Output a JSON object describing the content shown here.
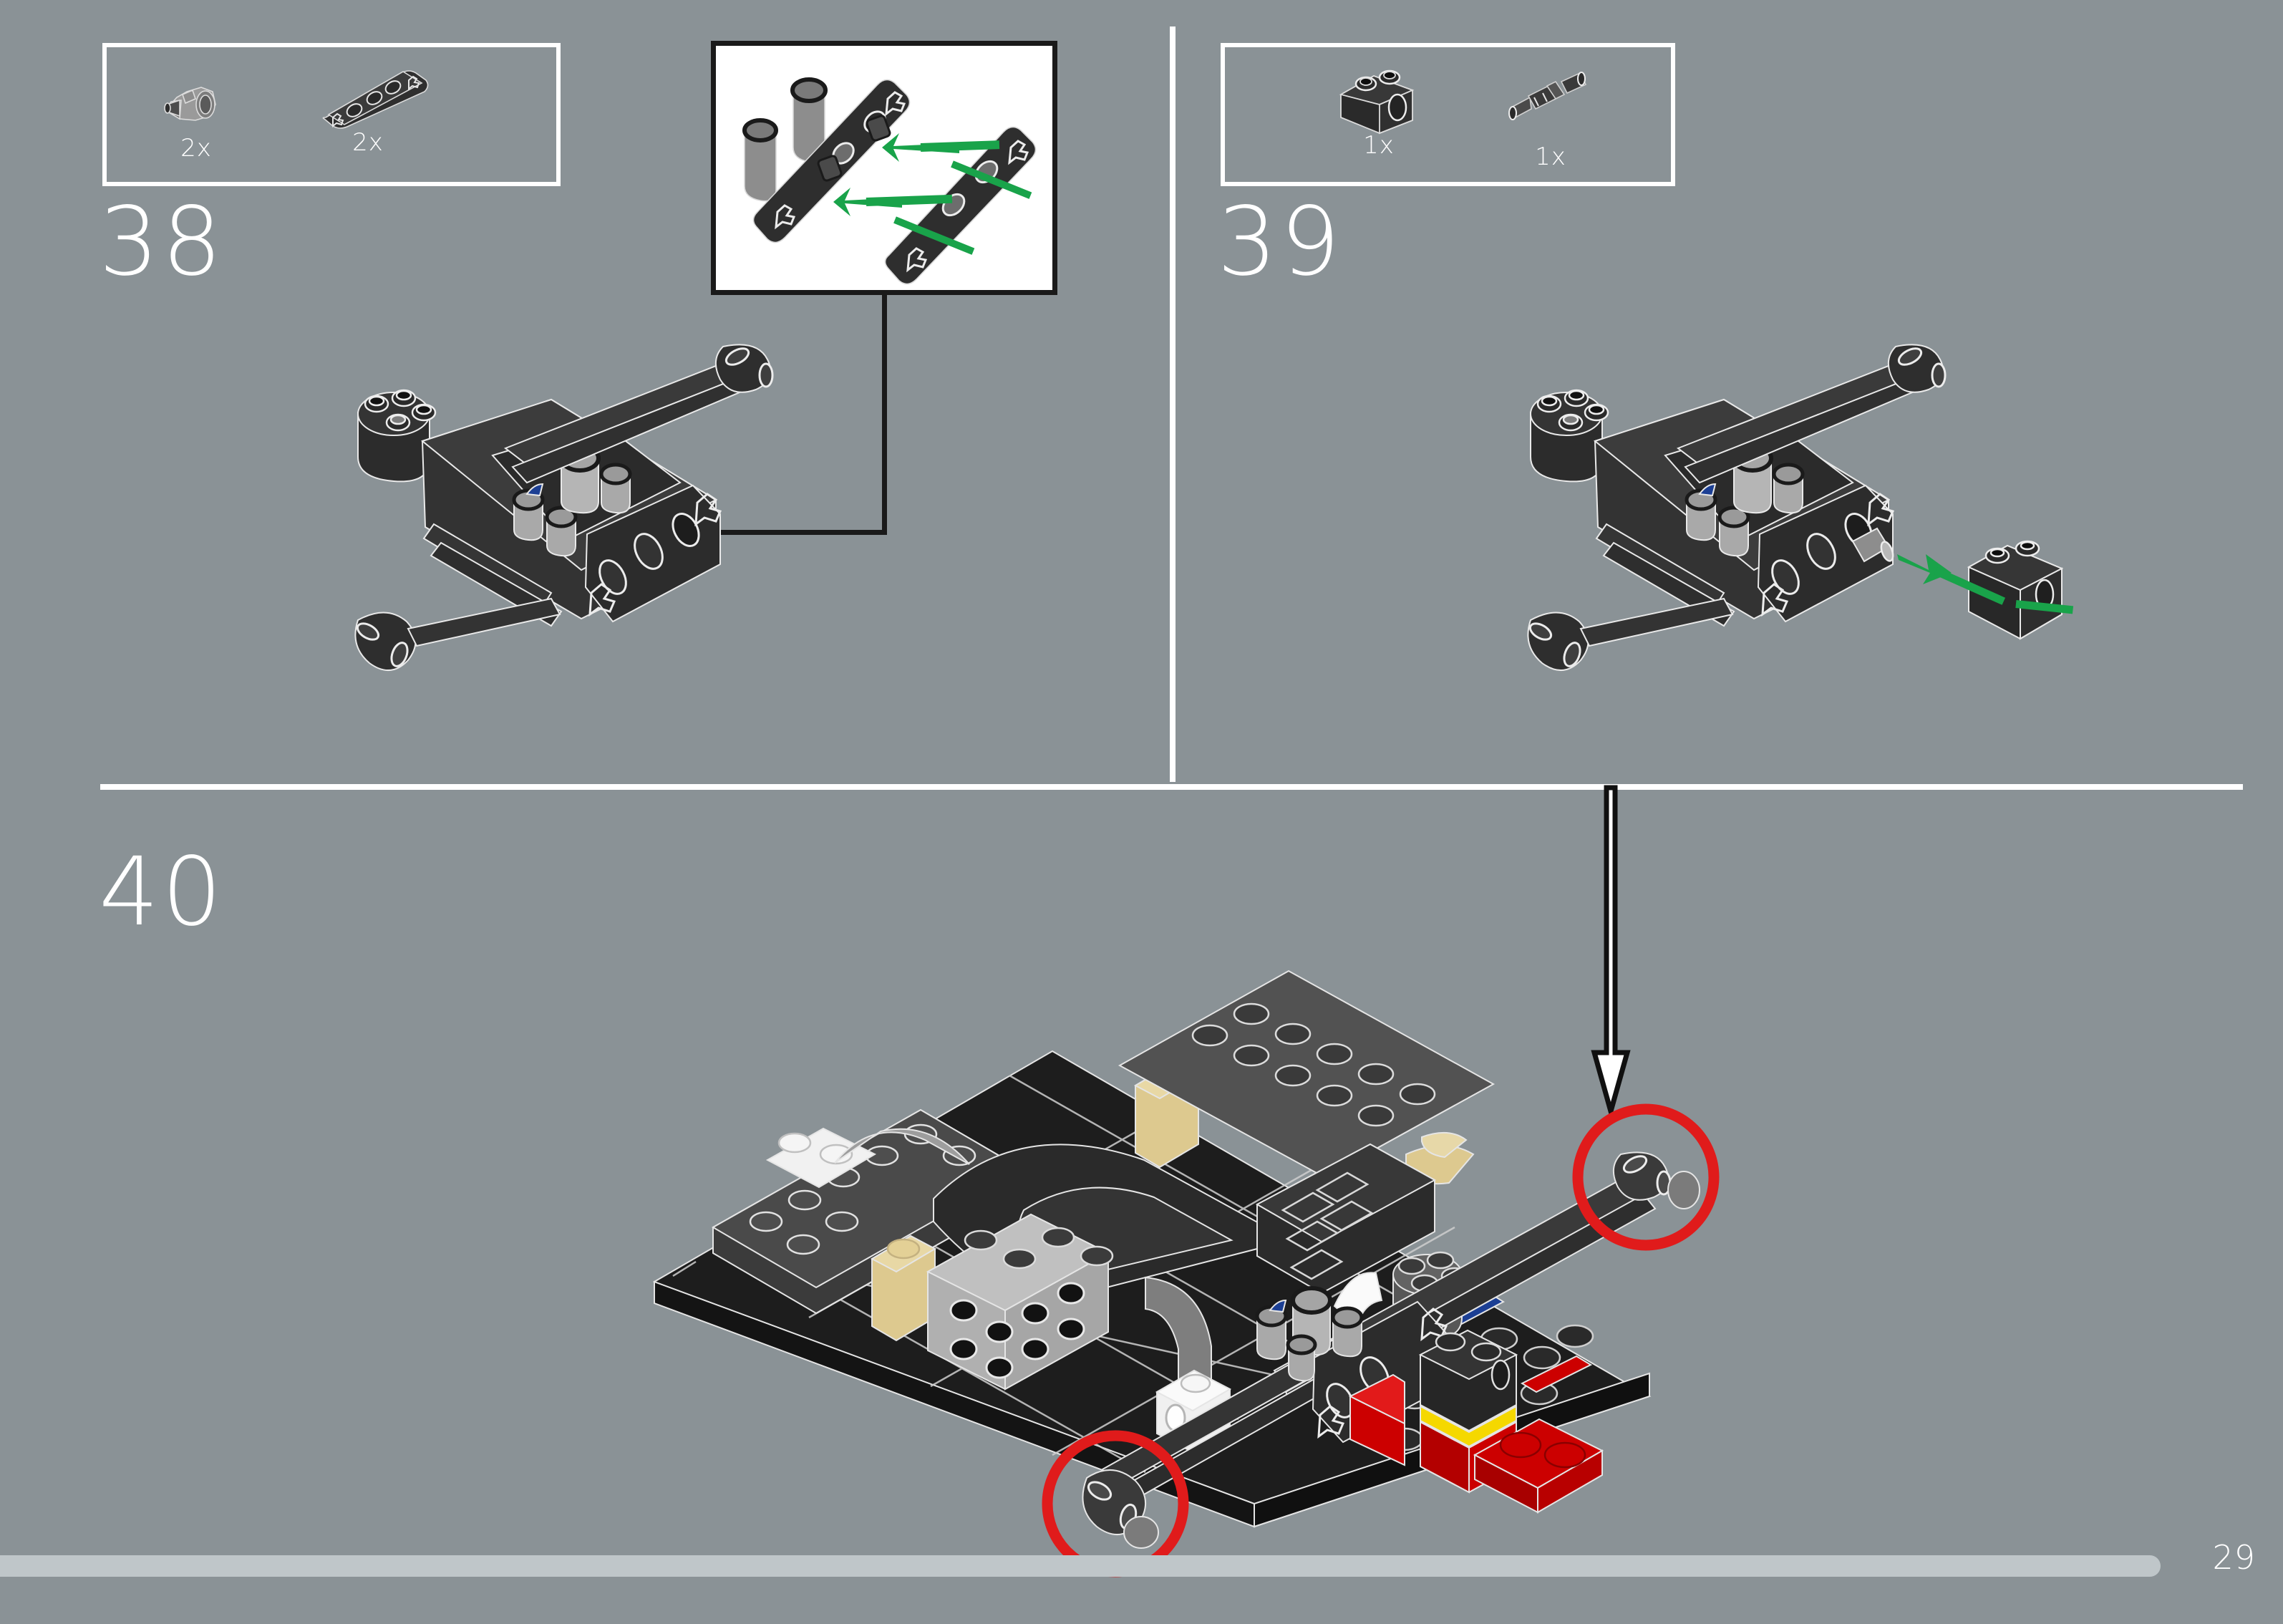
{
  "page": {
    "number": "29",
    "background_color": "#8a9296",
    "accent_white": "#ffffff",
    "highlight_color": "#e01b1b",
    "arrow_green": "#19a34a"
  },
  "steps": [
    {
      "id": "step-38",
      "number": "38",
      "parts": [
        {
          "icon": "technic-axle-connector-piece",
          "count": "2x"
        },
        {
          "icon": "technic-liftarm-thin-4m",
          "count": "2x"
        }
      ],
      "has_callout": true,
      "callout": {
        "icon": "detail-inset-box",
        "arrow_count": 2,
        "arrow_color": "#19a34a"
      }
    },
    {
      "id": "step-39",
      "number": "39",
      "parts": [
        {
          "icon": "technic-brick-1x2-hole",
          "count": "1x"
        },
        {
          "icon": "technic-pin-connector",
          "count": "1x"
        }
      ],
      "has_callout": false
    },
    {
      "id": "step-40",
      "number": "40",
      "parts": [],
      "has_callout": false,
      "highlights": [
        {
          "icon": "attach-point-circle",
          "label": "rear-left-attach-point"
        },
        {
          "icon": "attach-point-circle",
          "label": "rear-right-attach-point"
        }
      ]
    }
  ],
  "footer": {
    "progress_percent": 94.6,
    "page_label": "29"
  },
  "colors": {
    "lego_black": "#2b2b2b",
    "lego_dark_grey": "#3c3c3c",
    "lego_light_grey": "#b2b2b2",
    "lego_mid_grey": "#8d8d8d",
    "lego_white": "#f2f2f2",
    "lego_red": "#cc0000",
    "lego_yellow": "#f5d800",
    "lego_tan": "#ddc98f",
    "lego_blue": "#1c3f94",
    "outline": "#e8e8e8"
  }
}
